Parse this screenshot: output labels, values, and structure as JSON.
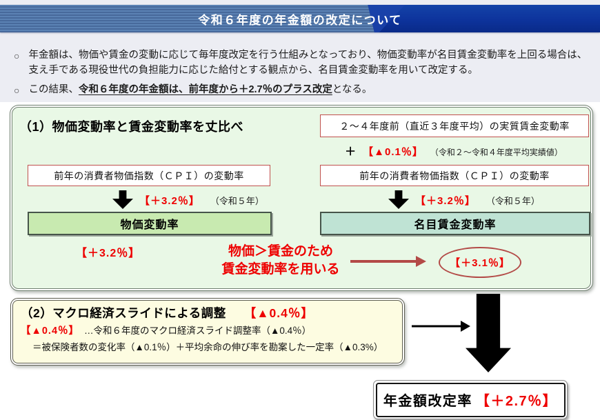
{
  "header": {
    "title": "令和６年度の年金額の改定について"
  },
  "intro": {
    "bullet1_marker": "○",
    "bullet1_text": "年金額は、物価や賃金の変動に応じて毎年度改定を行う仕組みとなっており、物価変動率が名目賃金変動率を上回る場合は、支え手である現役世代の負担能力に応じた給付とする観点から、名目賃金変動率を用いて改定する。",
    "bullet2_marker": "○",
    "bullet2_text_before": "この結果、",
    "bullet2_underlined": "令和６年度の年金額は、前年度から＋2.7％のプラス改定",
    "bullet2_text_after": "となる。"
  },
  "section1": {
    "heading": "（1）物価変動率と賃金変動率を丈比べ",
    "real_wage_box": "２～４年度前（直近３年度平均）の実質賃金変動率",
    "plus_sign": "＋",
    "real_wage_value": "【▲0.1％】",
    "real_wage_note": "（令和２～令和４年度平均実績値）",
    "cpi_box_left": "前年の消費者物価指数（ＣＰＩ）の変動率",
    "cpi_box_right": "前年の消費者物価指数（ＣＰＩ）の変動率",
    "cpi_value_left": "【＋3.2％】",
    "cpi_note_left": "（令和５年）",
    "cpi_value_right": "【＋3.2％】",
    "cpi_note_right": "（令和５年）",
    "price_rate_box": "物価変動率",
    "nominal_wage_rate_box": "名目賃金変動率",
    "price_rate_value": "【＋3.2％】",
    "conclusion_line1": "物価＞賃金のため",
    "conclusion_line2": "賃金変動率を用いる",
    "nominal_wage_rate_value": "【＋3.1％】"
  },
  "section2": {
    "heading": "（2）マクロ経済スライドによる調整",
    "heading_value": "【▲0.4％】",
    "detail_value": "【▲0.4％】",
    "detail_text": "…令和６年度のマクロ経済スライド調整率（▲0.4％）",
    "formula_text": "＝被保険者数の変化率（▲0.1％）＋平均余命の伸び率を勘案した一定率（▲0.3%）"
  },
  "result": {
    "label": "年金額改定率",
    "value": "【＋2.7％】"
  },
  "colors": {
    "accent_red": "#ee0000",
    "dark_red": "#b34a47",
    "box_border_red": "#c0504d",
    "price_box_fill": "#c8eab0",
    "wage_box_fill": "#bfe3d4",
    "section1_bg": "#e9f8e6",
    "section2_bg": "#fdfce1",
    "title_navy": "#0d339c",
    "title_stripe_blue": "#5b82b4",
    "band_bg": "#ecedf3"
  }
}
